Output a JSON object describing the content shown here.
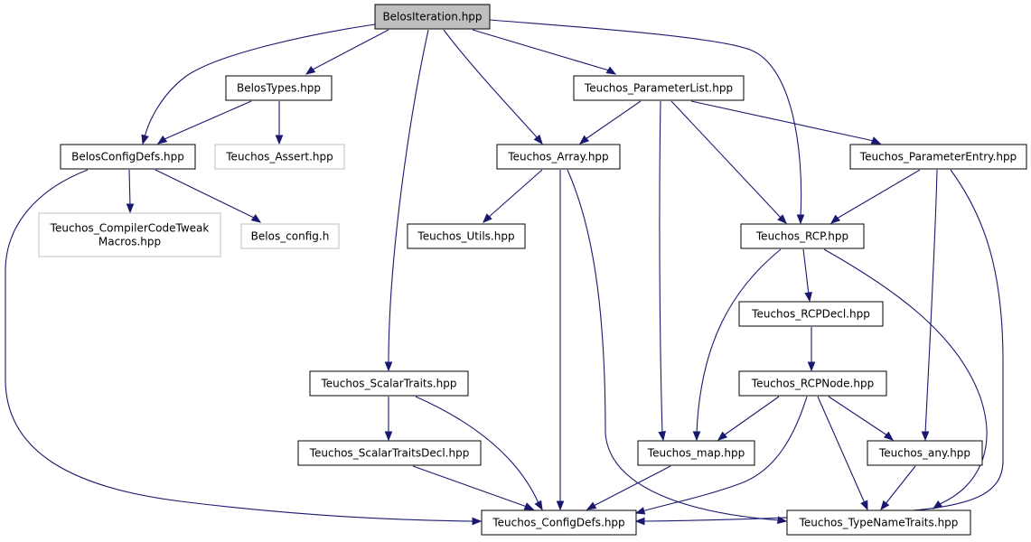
{
  "graph": {
    "title": "BelosIteration.hpp",
    "nodes": [
      {
        "id": "belos_iteration",
        "label": "BelosIteration.hpp",
        "kind": "root"
      },
      {
        "id": "belos_types",
        "label": "BelosTypes.hpp",
        "kind": "normal"
      },
      {
        "id": "belos_config_defs",
        "label": "BelosConfigDefs.hpp",
        "kind": "normal"
      },
      {
        "id": "teuchos_assert",
        "label": "Teuchos_Assert.hpp",
        "kind": "missing"
      },
      {
        "id": "teuchos_compiler_code_tweak_macros",
        "label": "Teuchos_CompilerCodeTweak\nMacros.hpp",
        "kind": "missing"
      },
      {
        "id": "belos_config_h",
        "label": "Belos_config.h",
        "kind": "missing"
      },
      {
        "id": "teuchos_parameter_list",
        "label": "Teuchos_ParameterList.hpp",
        "kind": "normal"
      },
      {
        "id": "teuchos_array",
        "label": "Teuchos_Array.hpp",
        "kind": "normal"
      },
      {
        "id": "teuchos_parameter_entry",
        "label": "Teuchos_ParameterEntry.hpp",
        "kind": "normal"
      },
      {
        "id": "teuchos_utils",
        "label": "Teuchos_Utils.hpp",
        "kind": "normal"
      },
      {
        "id": "teuchos_rcp",
        "label": "Teuchos_RCP.hpp",
        "kind": "normal"
      },
      {
        "id": "teuchos_rcp_decl",
        "label": "Teuchos_RCPDecl.hpp",
        "kind": "normal"
      },
      {
        "id": "teuchos_rcp_node",
        "label": "Teuchos_RCPNode.hpp",
        "kind": "normal"
      },
      {
        "id": "teuchos_scalar_traits",
        "label": "Teuchos_ScalarTraits.hpp",
        "kind": "normal"
      },
      {
        "id": "teuchos_scalar_traits_decl",
        "label": "Teuchos_ScalarTraitsDecl.hpp",
        "kind": "normal"
      },
      {
        "id": "teuchos_map",
        "label": "Teuchos_map.hpp",
        "kind": "normal"
      },
      {
        "id": "teuchos_any",
        "label": "Teuchos_any.hpp",
        "kind": "normal"
      },
      {
        "id": "teuchos_config_defs",
        "label": "Teuchos_ConfigDefs.hpp",
        "kind": "normal"
      },
      {
        "id": "teuchos_type_name_traits",
        "label": "Teuchos_TypeNameTraits.hpp",
        "kind": "normal"
      }
    ],
    "edges": [
      {
        "from": "belos_iteration",
        "to": "belos_types"
      },
      {
        "from": "belos_iteration",
        "to": "belos_config_defs"
      },
      {
        "from": "belos_iteration",
        "to": "teuchos_parameter_list"
      },
      {
        "from": "belos_iteration",
        "to": "teuchos_array"
      },
      {
        "from": "belos_iteration",
        "to": "teuchos_rcp"
      },
      {
        "from": "belos_iteration",
        "to": "teuchos_scalar_traits"
      },
      {
        "from": "belos_types",
        "to": "belos_config_defs"
      },
      {
        "from": "belos_types",
        "to": "teuchos_assert"
      },
      {
        "from": "belos_config_defs",
        "to": "teuchos_compiler_code_tweak_macros"
      },
      {
        "from": "belos_config_defs",
        "to": "belos_config_h"
      },
      {
        "from": "belos_config_defs",
        "to": "teuchos_config_defs"
      },
      {
        "from": "teuchos_parameter_list",
        "to": "teuchos_array"
      },
      {
        "from": "teuchos_parameter_list",
        "to": "teuchos_parameter_entry"
      },
      {
        "from": "teuchos_parameter_list",
        "to": "teuchos_rcp"
      },
      {
        "from": "teuchos_parameter_list",
        "to": "teuchos_map"
      },
      {
        "from": "teuchos_array",
        "to": "teuchos_utils"
      },
      {
        "from": "teuchos_array",
        "to": "teuchos_config_defs"
      },
      {
        "from": "teuchos_array",
        "to": "teuchos_type_name_traits"
      },
      {
        "from": "teuchos_parameter_entry",
        "to": "teuchos_rcp"
      },
      {
        "from": "teuchos_parameter_entry",
        "to": "teuchos_any"
      },
      {
        "from": "teuchos_parameter_entry",
        "to": "teuchos_config_defs"
      },
      {
        "from": "teuchos_rcp",
        "to": "teuchos_rcp_decl"
      },
      {
        "from": "teuchos_rcp",
        "to": "teuchos_map"
      },
      {
        "from": "teuchos_rcp",
        "to": "teuchos_type_name_traits"
      },
      {
        "from": "teuchos_rcp_decl",
        "to": "teuchos_rcp_node"
      },
      {
        "from": "teuchos_rcp_node",
        "to": "teuchos_map"
      },
      {
        "from": "teuchos_rcp_node",
        "to": "teuchos_any"
      },
      {
        "from": "teuchos_rcp_node",
        "to": "teuchos_config_defs"
      },
      {
        "from": "teuchos_rcp_node",
        "to": "teuchos_type_name_traits"
      },
      {
        "from": "teuchos_scalar_traits",
        "to": "teuchos_scalar_traits_decl"
      },
      {
        "from": "teuchos_scalar_traits",
        "to": "teuchos_config_defs"
      },
      {
        "from": "teuchos_scalar_traits_decl",
        "to": "teuchos_config_defs"
      },
      {
        "from": "teuchos_map",
        "to": "teuchos_config_defs"
      },
      {
        "from": "teuchos_any",
        "to": "teuchos_type_name_traits"
      }
    ],
    "colors": {
      "edge": "#191970",
      "root_fill": "#bfbfbf",
      "node_border": "#000000",
      "missing_border": "#bfbfbf"
    }
  }
}
